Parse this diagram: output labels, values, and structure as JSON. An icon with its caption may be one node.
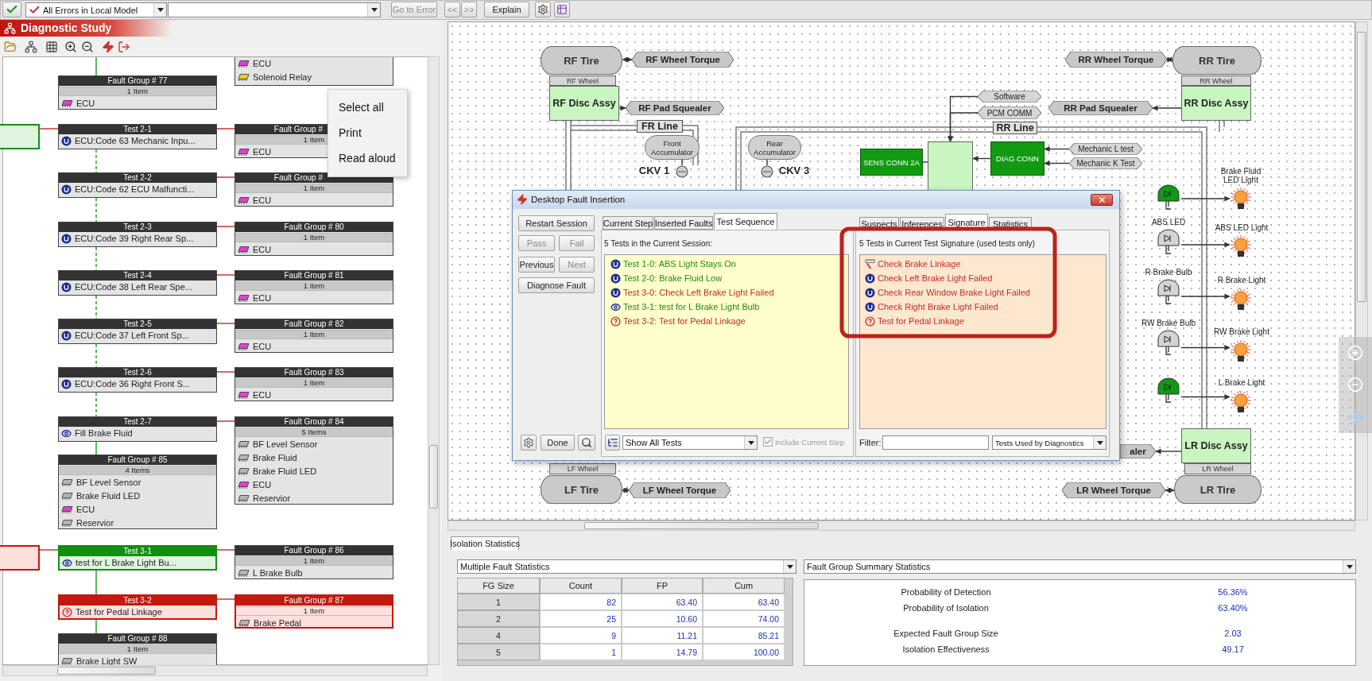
{
  "diagram": {
    "nodes": [
      {
        "text": [
          "ECU",
          "Solenoid Relay"
        ]
      },
      {
        "text": [
          "Fault Group # 77",
          "1 Item",
          "ECU"
        ]
      },
      {
        "text": [],
        "shape": "box"
      },
      {
        "text": [
          "Test 2-1",
          "ECU:Code 63 Mechanic Inpu..."
        ]
      },
      {
        "text": [
          "Fault Group #",
          "1 Item",
          "ECU"
        ]
      },
      {
        "text": [
          "Test 2-2",
          "ECU:Code 62 ECU Malfuncti..."
        ]
      },
      {
        "text": [
          "Fault Group #",
          "1 Item",
          "ECU"
        ]
      },
      {
        "text": [
          "Test 2-3",
          "ECU:Code 39 Right Rear Sp..."
        ]
      },
      {
        "text": [
          "Fault Group # 80",
          "1 Item",
          "ECU"
        ]
      },
      {
        "text": [
          "Test 2-4",
          "ECU:Code 38 Left Rear Spe..."
        ]
      },
      {
        "text": [
          "Fault Group # 81",
          "1 Item",
          "ECU"
        ]
      },
      {
        "text": [
          "Test 2-5",
          "ECU:Code 37 Left Front Sp..."
        ]
      },
      {
        "text": [
          "Fault Group # 82",
          "1 Item",
          "ECU"
        ]
      },
      {
        "text": [
          "Test 2-6",
          "ECU:Code 36 Right Front S..."
        ]
      },
      {
        "text": [
          "Fault Group # 83",
          "1 Item",
          "ECU"
        ]
      },
      {
        "text": [
          "Test 2-7",
          "Fill Brake Fluid"
        ]
      },
      {
        "text": [
          "Fault Group # 84",
          "5 Items",
          "BF Level Sensor",
          "Brake Fluid",
          "Brake Fluid LED",
          "ECU",
          "Reservior"
        ]
      },
      {
        "text": [
          "Fault Group # 85",
          "4 Items",
          "BF Level Sensor",
          "Brake Fluid LED",
          "ECU",
          "Reservior"
        ]
      },
      {
        "text": [],
        "shape": "box"
      },
      {
        "text": [
          "Test 3-1",
          "test for L Brake Light Bu..."
        ]
      },
      {
        "text": [
          "Fault Group # 86",
          "1 Item",
          "L Brake Bulb"
        ]
      },
      {
        "text": [
          "Test 3-2",
          "Test for Pedal Linkage"
        ]
      },
      {
        "text": [
          "Fault Group # 87",
          "1 Item",
          "Brake Pedal"
        ]
      },
      {
        "text": [
          "Fault Group # 88",
          "1 Item",
          "Brake Light SW"
        ]
      },
      {
        "text": [
          "RF Tire"
        ]
      },
      {
        "text": [
          "RF Wheel Torque"
        ]
      },
      {
        "text": [
          "RR Wheel Torque"
        ]
      },
      {
        "text": [
          "RR Tire"
        ]
      },
      {
        "text": [
          "RF Wheel"
        ]
      },
      {
        "text": [
          "RR Wheel"
        ]
      },
      {
        "text": [
          "Software"
        ]
      },
      {
        "text": [
          "RF Disc Assy"
        ]
      },
      {
        "text": [
          "RF Pad Squealer"
        ]
      },
      {
        "text": [
          "PCM COMM"
        ]
      },
      {
        "text": [
          "RR Pad Squealer"
        ]
      },
      {
        "text": [
          "RR Disc Assy"
        ]
      },
      {
        "text": [
          "FR Line"
        ]
      },
      {
        "text": [
          "RR Line"
        ]
      },
      {
        "text": [
          "Front Accumulator"
        ]
      },
      {
        "text": [
          "Rear Accumulator"
        ]
      },
      {
        "text": [],
        "shape": "box"
      },
      {
        "text": [
          "SENS CONN 2A"
        ]
      },
      {
        "text": [
          "DIAG CONN"
        ]
      },
      {
        "text": [
          "Mechanic L test"
        ]
      },
      {
        "text": [
          "Mechanic K Test"
        ]
      },
      {
        "text": [],
        "shape": "circle",
        "beside": [
          "CKV 1"
        ]
      },
      {
        "text": [],
        "shape": "circle",
        "beside": [
          "CKV 3"
        ]
      },
      {
        "text": [],
        "shape": "picture"
      },
      {
        "text": [],
        "shape": "picture",
        "beside": [
          "Brake Fluid LED Light"
        ]
      },
      {
        "text": [],
        "shape": "picture",
        "beside": [
          "ABS LED"
        ]
      },
      {
        "text": [],
        "shape": "picture",
        "beside": [
          "ABS LED Light"
        ]
      },
      {
        "text": [],
        "shape": "picture",
        "beside": [
          "R Brake Bulb"
        ]
      },
      {
        "text": [],
        "shape": "picture",
        "beside": [
          "R Brake Light"
        ]
      },
      {
        "text": [],
        "shape": "picture",
        "beside": [
          "RW Brake Bulb"
        ]
      },
      {
        "text": [],
        "shape": "picture",
        "beside": [
          "RW Brake Light"
        ]
      },
      {
        "text": [],
        "shape": "picture"
      },
      {
        "text": [],
        "shape": "picture",
        "beside": [
          "L Brake Light"
        ]
      },
      {
        "text": [
          "LR Disc Assy"
        ]
      },
      {
        "text": [
          "aler"
        ]
      },
      {
        "text": [
          "LR Wheel"
        ]
      },
      {
        "text": [
          "LF Wheel"
        ]
      },
      {
        "text": [
          "LF Tire"
        ]
      },
      {
        "text": [
          "LF Wheel Torque"
        ]
      },
      {
        "text": [
          "LR Wheel Torque"
        ]
      },
      {
        "text": [
          "LR Tire"
        ]
      }
    ],
    "edges": [
      {
        "from": null,
        "to": 1,
        "arrow": "none",
        "color": "#1a9a1a"
      },
      {
        "from": 2,
        "to": 3,
        "arrow": "none",
        "color": "#c62828"
      },
      {
        "from": 3,
        "to": 4,
        "arrow": "none",
        "color": "#c62828"
      },
      {
        "from": 5,
        "to": 6,
        "arrow": "none",
        "color": "#c62828"
      },
      {
        "from": 7,
        "to": 8,
        "arrow": "none",
        "color": "#c62828"
      },
      {
        "from": 9,
        "to": 10,
        "arrow": "none",
        "color": "#c62828"
      },
      {
        "from": 11,
        "to": 12,
        "arrow": "none",
        "color": "#c62828"
      },
      {
        "from": 13,
        "to": 14,
        "arrow": "none",
        "color": "#c62828"
      },
      {
        "from": 15,
        "to": 16,
        "arrow": "none",
        "color": "#c62828"
      },
      {
        "from": 3,
        "to": 5,
        "arrow": "none",
        "style": "dashed",
        "color": "#1a9a1a"
      },
      {
        "from": 5,
        "to": 7,
        "arrow": "none",
        "style": "dashed",
        "color": "#1a9a1a"
      },
      {
        "from": 7,
        "to": 9,
        "arrow": "none",
        "style": "dashed",
        "color": "#1a9a1a"
      },
      {
        "from": 9,
        "to": 11,
        "arrow": "none",
        "style": "dashed",
        "color": "#1a9a1a"
      },
      {
        "from": 11,
        "to": 13,
        "arrow": "none",
        "style": "dashed",
        "color": "#1a9a1a"
      },
      {
        "from": 13,
        "to": 15,
        "arrow": "none",
        "style": "dashed",
        "color": "#1a9a1a"
      },
      {
        "from": 15,
        "to": 17,
        "arrow": "none",
        "color": "#1a9a1a"
      },
      {
        "from": 18,
        "to": 19,
        "arrow": "none",
        "color": "#c62828"
      },
      {
        "from": 19,
        "to": 20,
        "arrow": "none",
        "color": "#c62828"
      },
      {
        "from": 21,
        "to": 22,
        "arrow": "none",
        "color": "#c62828"
      },
      {
        "from": 19,
        "to": 21,
        "arrow": "none",
        "color": "#1a9a1a"
      },
      {
        "from": 21,
        "to": 23,
        "arrow": "none",
        "color": "#1a9a1a"
      },
      {
        "from": 25,
        "to": 24,
        "arrow": "both",
        "style": "dashed"
      },
      {
        "from": 26,
        "to": 27,
        "arrow": "both",
        "style": "dashed"
      },
      {
        "from": 31,
        "to": 32,
        "arrow": "to"
      },
      {
        "from": 35,
        "to": 34,
        "arrow": "to"
      },
      {
        "from": 30,
        "to": 40,
        "arrow": "to"
      },
      {
        "from": 33,
        "to": 40,
        "arrow": "to"
      },
      {
        "from": 43,
        "to": 42,
        "arrow": "to"
      },
      {
        "from": 44,
        "to": 42,
        "arrow": "to"
      },
      {
        "from": 42,
        "to": 40,
        "arrow": "to"
      },
      {
        "from": 41,
        "to": 40,
        "arrow": "none"
      },
      {
        "from": 38,
        "to": 45,
        "arrow": "none"
      },
      {
        "from": 39,
        "to": 46,
        "arrow": "none"
      },
      {
        "from": 47,
        "to": 48,
        "arrow": "to"
      },
      {
        "from": 49,
        "to": 50,
        "arrow": "to"
      },
      {
        "from": 51,
        "to": 52,
        "arrow": "to"
      },
      {
        "from": 53,
        "to": 54,
        "arrow": "to"
      },
      {
        "from": 55,
        "to": 56,
        "arrow": "to"
      },
      {
        "from": 57,
        "to": 58,
        "arrow": "to"
      },
      {
        "from": 62,
        "to": 61,
        "arrow": "both",
        "style": "dashed"
      },
      {
        "from": 63,
        "to": 64,
        "arrow": "both",
        "style": "dashed"
      }
    ],
    "labels": [
      "All Errors in Local Model",
      "Go to Error",
      "<<",
      ">>",
      "Explain",
      "Diagnostic Study",
      "Select all",
      "Print",
      "Read aloud",
      "Desktop Fault Insertion",
      "Restart Session",
      "Pass",
      "Fail",
      "Previous",
      "Next",
      "Diagnose Fault",
      "Done",
      "Current Step",
      "Inserted Faults",
      "Test Sequence",
      "5 Tests in the Current Session:",
      "Test 1-0: ABS Light Stays On",
      "Test 2-0: Brake Fluid Low",
      "Test 3-0: Check Left Brake Light Failed",
      "Test 3-1: test for L Brake Light Bulb",
      "Test 3-2: Test for Pedal Linkage",
      "Show All Tests",
      "Include Current Step",
      "Suspects",
      "Inferences",
      "Signature",
      "Statistics",
      "5 Tests in Current Test Signature (used tests only)",
      "Check Brake Linkage",
      "Check Left Brake Light Failed",
      "Check Rear Window Brake Light Failed",
      "Check Right Brake Light Failed",
      "Test for Pedal Linkage",
      "Filter:",
      "Tests Used by Diagnostics",
      "Isolation Statistics",
      "Multiple Fault Statistics",
      "Fault Group Summary Statistics",
      "FG Size",
      "Count",
      "FP",
      "Cum",
      "1",
      "82",
      "63.40",
      "63.40",
      "2",
      "25",
      "10.60",
      "74.00",
      "4",
      "9",
      "11.21",
      "85.21",
      "5",
      "1",
      "14.79",
      "100.00",
      "Probability of Detection",
      "56.36%",
      "Probability of Isolation",
      "63.40%",
      "Expected Fault Group Size",
      "2.03",
      "Isolation Effectiveness",
      "49.17"
    ]
  }
}
